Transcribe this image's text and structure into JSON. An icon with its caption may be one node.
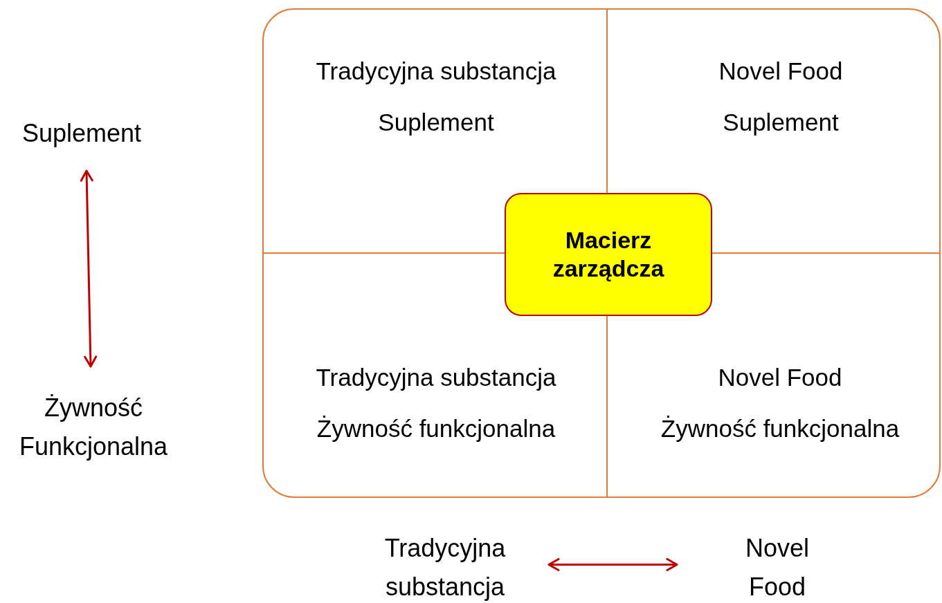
{
  "diagram": {
    "nodes": [
      {
        "text": [],
        "shape": "box"
      },
      {
        "text": [
          "Tradycyjna substancja",
          "Suplement"
        ],
        "in": 0
      },
      {
        "text": [
          "Novel Food",
          "Suplement"
        ],
        "in": 0
      },
      {
        "text": [
          "Macierz zarządcza"
        ],
        "in": 0
      },
      {
        "text": [
          "Tradycyjna substancja",
          "Żywność funkcjonalna"
        ],
        "in": 0
      },
      {
        "text": [
          "Novel Food",
          "Żywność funkcjonalna"
        ],
        "in": 0
      },
      {
        "text": [
          "Suplement"
        ]
      },
      {
        "text": [
          "Żywność Funkcjonalna"
        ]
      },
      {
        "text": [
          "Tradycyjna substancja"
        ]
      },
      {
        "text": [
          "Novel Food"
        ]
      }
    ],
    "edges": [
      {
        "from": 6,
        "to": 7,
        "arrow": "both"
      },
      {
        "from": 8,
        "to": 9,
        "arrow": "both"
      }
    ]
  }
}
